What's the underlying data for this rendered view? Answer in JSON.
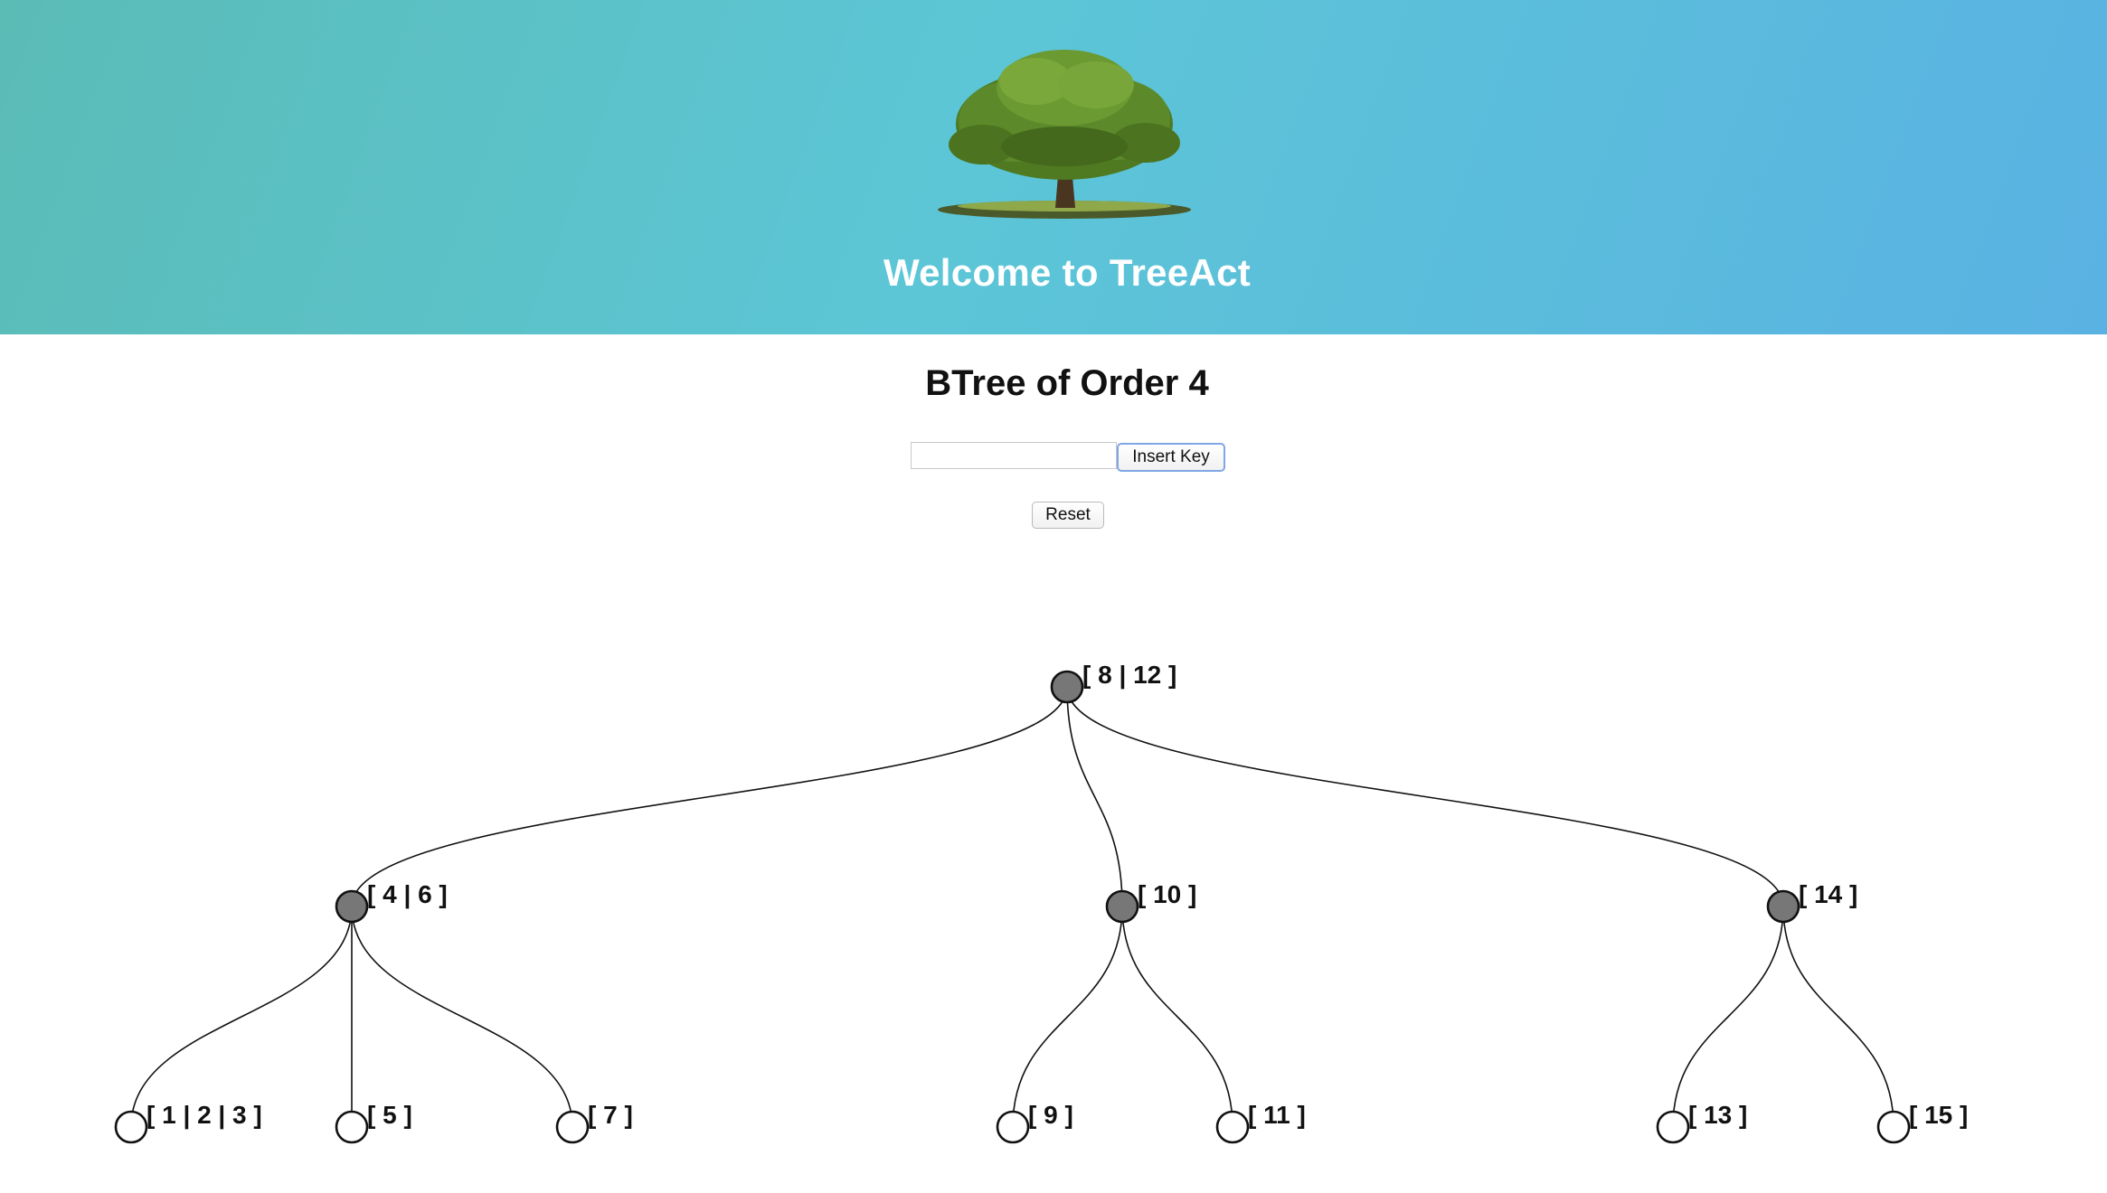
{
  "header": {
    "title": "Welcome to TreeAct",
    "logo_icon": "tree-icon",
    "background_colors": [
      "#5bbcb6",
      "#5cc6d6",
      "#5ab2e2"
    ]
  },
  "main": {
    "heading": "BTree of Order 4",
    "key_input": {
      "value": "",
      "placeholder": ""
    },
    "insert_button_label": "Insert Key",
    "reset_button_label": "Reset"
  },
  "tree": {
    "internal_fill": "#777777",
    "leaf_fill": "#ffffff",
    "nodes": [
      {
        "id": "root",
        "label": "[ 8 | 12 ]",
        "level": 0,
        "leaf": false,
        "parent": null
      },
      {
        "id": "n-4-6",
        "label": "[ 4 | 6 ]",
        "level": 1,
        "leaf": false,
        "parent": "root"
      },
      {
        "id": "n-10",
        "label": "[ 10 ]",
        "level": 1,
        "leaf": false,
        "parent": "root"
      },
      {
        "id": "n-14",
        "label": "[ 14 ]",
        "level": 1,
        "leaf": false,
        "parent": "root"
      },
      {
        "id": "n-1-2-3",
        "label": "[ 1 | 2 | 3 ]",
        "level": 2,
        "leaf": true,
        "parent": "n-4-6"
      },
      {
        "id": "n-5",
        "label": "[ 5 ]",
        "level": 2,
        "leaf": true,
        "parent": "n-4-6"
      },
      {
        "id": "n-7",
        "label": "[ 7 ]",
        "level": 2,
        "leaf": true,
        "parent": "n-4-6"
      },
      {
        "id": "n-9",
        "label": "[ 9 ]",
        "level": 2,
        "leaf": true,
        "parent": "n-10"
      },
      {
        "id": "n-11",
        "label": "[ 11 ]",
        "level": 2,
        "leaf": true,
        "parent": "n-10"
      },
      {
        "id": "n-13",
        "label": "[ 13 ]",
        "level": 2,
        "leaf": true,
        "parent": "n-14"
      },
      {
        "id": "n-15",
        "label": "[ 15 ]",
        "level": 2,
        "leaf": true,
        "parent": "n-14"
      }
    ]
  }
}
